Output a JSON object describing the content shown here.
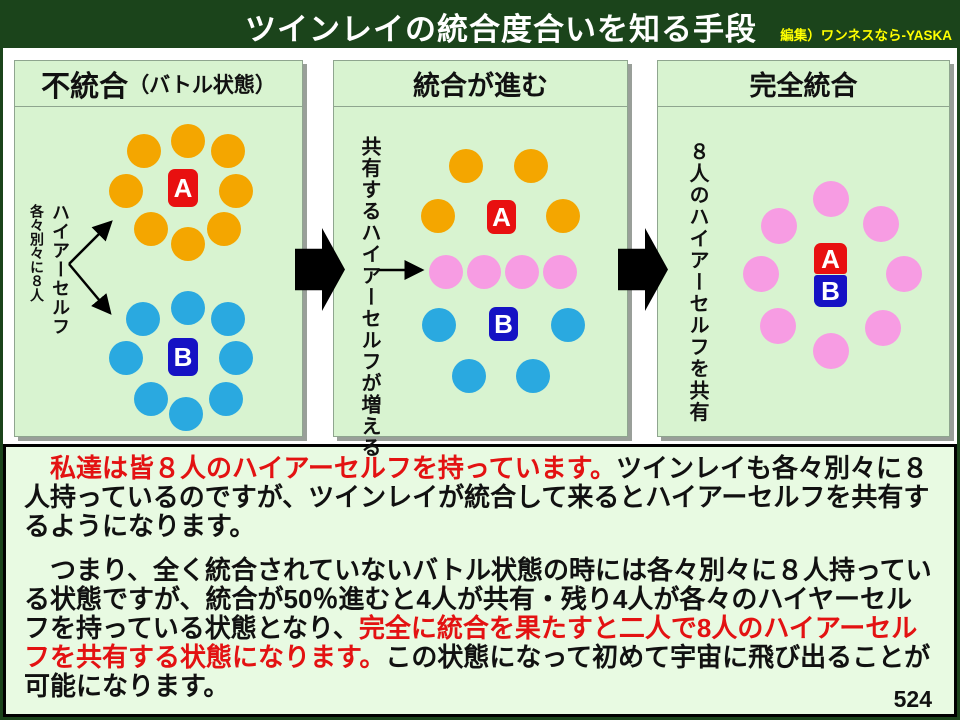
{
  "slide": {
    "title": "ツインレイの統合度合いを知る手段",
    "credit": "編集）ワンネスなら-YASKA",
    "page_number": "524"
  },
  "panels": [
    {
      "header_main": "不統合",
      "header_sub": "（バトル状態）",
      "side_text_primary": "ハイアーセルフ",
      "side_text_secondary": "各々別々に８人",
      "label_a": "A",
      "label_b": "B",
      "dot_groups": [
        {
          "name": "a-higher-selves",
          "color": "#F4A600",
          "count": 8
        },
        {
          "name": "b-higher-selves",
          "color": "#2AA9E0",
          "count": 8
        }
      ]
    },
    {
      "header_main": "統合が進む",
      "side_text_primary": "共有するハイアーセルフが増える",
      "label_a": "A",
      "label_b": "B",
      "dot_groups": [
        {
          "name": "a-own-higher-selves",
          "color": "#F4A600",
          "count": 4
        },
        {
          "name": "shared-higher-selves",
          "color": "#F79CE3",
          "count": 4
        },
        {
          "name": "b-own-higher-selves",
          "color": "#2AA9E0",
          "count": 4
        }
      ]
    },
    {
      "header_main": "完全統合",
      "side_text_primary": "８人のハイアーセルフを共有",
      "label_a": "A",
      "label_b": "B",
      "dot_groups": [
        {
          "name": "shared-higher-selves",
          "color": "#F79CE3",
          "count": 8
        }
      ]
    }
  ],
  "body": {
    "paragraph1": [
      {
        "text": "　私達は皆８人のハイアーセルフを持っています。",
        "color": "red"
      },
      {
        "text": "ツインレイも各々別々に８人持っているのですが、ツインレイが統合して来るとハイアーセルフを共有するようになります。",
        "color": "black"
      }
    ],
    "paragraph2": [
      {
        "text": "　つまり、全く統合されていないバトル状態の時には各々別々に８人持っている状態ですが、統合が50％進むと4人が共有・残り4人が各々のハイヤーセルフを持っている状態となり、",
        "color": "black"
      },
      {
        "text": "完全に統合を果たすと二人で8人のハイアーセルフを共有する状態になります。",
        "color": "red"
      },
      {
        "text": "この状態になって初めて宇宙に飛び出ることが可能になります。",
        "color": "black"
      }
    ]
  },
  "colors": {
    "background": "#1B441B",
    "panel_fill": "#D8F3D0",
    "bottom_fill": "#E8FAE2",
    "accent_red": "#E31212",
    "label_a_bg": "#E81010",
    "label_b_bg": "#1512C4",
    "dot_orange": "#F4A600",
    "dot_blue": "#2AA9E0",
    "dot_pink": "#F79CE3",
    "credit_yellow": "#FFFF00"
  }
}
